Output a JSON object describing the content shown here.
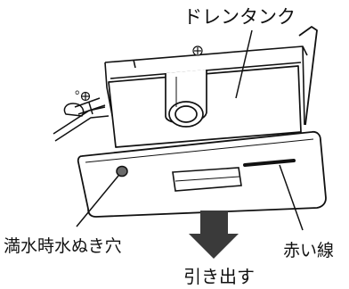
{
  "labels": {
    "drain_tank": "ドレンタンク",
    "full_water_drain_hole": "満水時水ぬき穴",
    "red_line": "赤い線",
    "pull_out": "引き出す",
    "side_fragment": "。"
  },
  "colors": {
    "line": "#111111",
    "arrow": "#3a3a3a",
    "red_line_mark": "#111111"
  }
}
